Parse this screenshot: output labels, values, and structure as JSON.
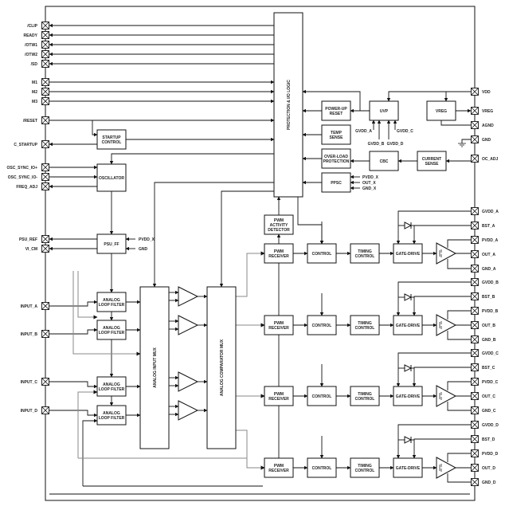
{
  "left_pins": [
    "/CLIP",
    "READY",
    "/OTW1",
    "/OTW2",
    "/SD",
    "M1",
    "M2",
    "M3",
    "/RESET",
    "C_STARTUP",
    "OSC_SYNC_IO+",
    "OSC_SYNC_IO-",
    "FREQ_ADJ",
    "PSU_REF",
    "VI_CM",
    "INPUT_A",
    "INPUT_B",
    "INPUT_C",
    "INPUT_D"
  ],
  "right_pins": [
    "VDD",
    "VREG",
    "AGND",
    "GND",
    "OC_ADJ",
    "GVDD_A",
    "BST_A",
    "PVDD_A",
    "OUT_A",
    "GND_A",
    "GVDD_B",
    "BST_B",
    "PVDD_B",
    "OUT_B",
    "GND_B",
    "GVDD_C",
    "BST_C",
    "PVDD_C",
    "OUT_C",
    "GND_C",
    "GVDD_D",
    "BST_D",
    "PVDD_D",
    "OUT_D",
    "GND_D"
  ],
  "blocks": {
    "protection_logic": [
      "PROTECTION & I/O LOGIC"
    ],
    "startup_control": [
      "STARTUP",
      "CONTROL"
    ],
    "oscillator": [
      "OSCILLATOR"
    ],
    "psu_ff": [
      "PSU_FF"
    ],
    "power_up_reset": [
      "POWER-UP",
      "RESET"
    ],
    "temp_sense": [
      "TEMP",
      "SENSE"
    ],
    "overload_protection": [
      "OVER-LOAD",
      "PROTECTION"
    ],
    "ppsc": [
      "PPSC"
    ],
    "uvp": [
      "UVP"
    ],
    "vreg": [
      "VREG"
    ],
    "cbc": [
      "CBC"
    ],
    "current_sense": [
      "CURRENT",
      "SENSE"
    ],
    "pwm_activity_detector": [
      "PWM",
      "ACTIVITY",
      "DETECTOR"
    ],
    "analog_input_mux": [
      "ANALOG INPUT MUX"
    ],
    "analog_comparator_mux": [
      "ANALOG COMPARATOR MUX"
    ],
    "analog_loop_filter": [
      "ANALOG",
      "LOOP FILTER"
    ],
    "pwm_receiver": [
      "PWM",
      "RECEIVER"
    ],
    "control": [
      "CONTROL"
    ],
    "timing_control": [
      "TIMING",
      "CONTROL"
    ],
    "gate_drive": [
      "GATE-DRIVE"
    ]
  },
  "labels": {
    "psu_pvdd": "PVDD_X",
    "psu_gnd": "GND",
    "ppsc_inputs": [
      "PVDD_X",
      "OUT_X",
      "GND_X"
    ],
    "uvp_inputs": [
      "GVDD_A",
      "GVDD_B",
      "GVDD_C",
      "GVDD_D"
    ]
  }
}
